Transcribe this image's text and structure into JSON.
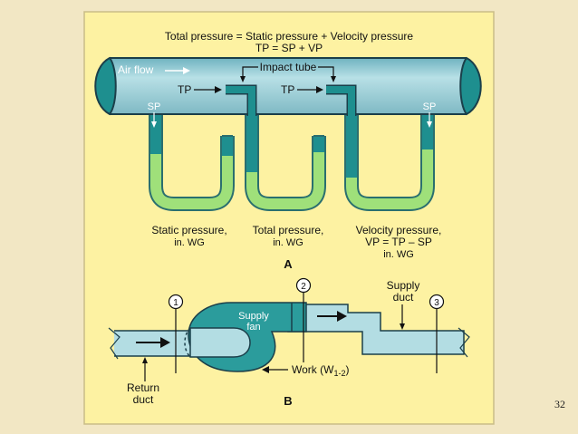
{
  "figure": {
    "title_line1": "Total pressure = Static pressure + Velocity pressure",
    "title_line2": "TP = SP + VP",
    "air_flow": "Air flow",
    "impact_tube": "Impact tube",
    "tp_label": "TP",
    "sp_label": "SP",
    "gauges": [
      {
        "line1": "Static pressure,",
        "line2": "in. WG",
        "line3": ""
      },
      {
        "line1": "Total pressure,",
        "line2": "in. WG",
        "line3": ""
      },
      {
        "line1": "Velocity pressure,",
        "line2": "VP = TP – SP",
        "line3": "in. WG"
      }
    ],
    "part_a": "A",
    "part_b": "B",
    "points": [
      "1",
      "2",
      "3"
    ],
    "supply_fan_line1": "Supply",
    "supply_fan_line2": "fan",
    "supply_duct_line1": "Supply",
    "supply_duct_line2": "duct",
    "return_duct_line1": "Return",
    "return_duct_line2": "duct",
    "work_label": "Work (W",
    "work_subscript": "1-2",
    "work_close": ")",
    "colors": {
      "panel": "#fdf2a2",
      "duct": "#9fd0d8",
      "fluid_dark": "#1e8f8f",
      "fluid_light": "#9fe07a",
      "fan": "#2b9c9c"
    }
  },
  "slide_number": "32"
}
